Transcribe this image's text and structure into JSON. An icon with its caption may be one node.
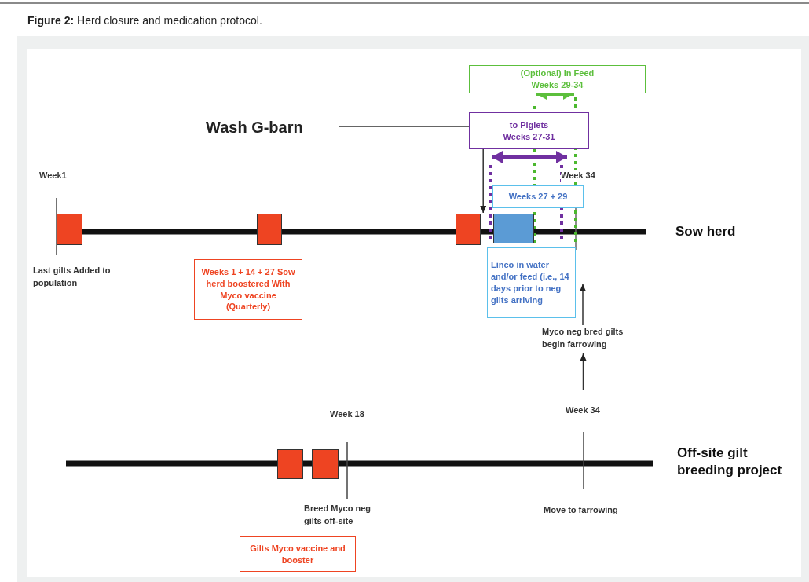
{
  "diagram": {
    "title": "**Figure 2:** Herd closure and medication protocol.",
    "nodes": [
      {
        "text": [
          "(Optional) in Feed",
          "Weeks 29-34"
        ]
      },
      {
        "text": [
          "Wash G-barn"
        ]
      },
      {
        "text": [
          "to Piglets",
          "Weeks 27-31"
        ]
      },
      {
        "text": [
          "Weeks 27 + 29"
        ]
      },
      {
        "text": [],
        "shape": "box"
      },
      {
        "text": [],
        "shape": "box"
      },
      {
        "text": [],
        "shape": "box"
      },
      {
        "text": [],
        "shape": "box"
      },
      {
        "text": [
          "Linco in water and/or feed (i.e., 14 days prior to neg gilts arriving"
        ]
      },
      {
        "text": [
          "Weeks 1 + 14 + 27 Sow herd boostered With Myco vaccine (Quarterly)"
        ]
      },
      {
        "text": [
          "Myco neg bred gilts begin farrowing"
        ]
      },
      {
        "text": [],
        "shape": "box"
      },
      {
        "text": [],
        "shape": "box"
      },
      {
        "text": [
          "Gilts Myco vaccine and booster"
        ]
      }
    ],
    "edges": [
      {
        "from": 1,
        "to": 6,
        "arrow": "to"
      },
      {
        "from": null,
        "to": 10,
        "arrow": "to"
      },
      {
        "from": 10,
        "to": 8,
        "arrow": "to"
      }
    ],
    "labels": [
      "Week1",
      "Week 34",
      "Sow herd",
      "Last gilts Added to population",
      "Week 18",
      "Week 34",
      "Off-site gilt breeding project",
      "Breed Myco neg gilts off-site",
      "Move to farrowing"
    ]
  }
}
